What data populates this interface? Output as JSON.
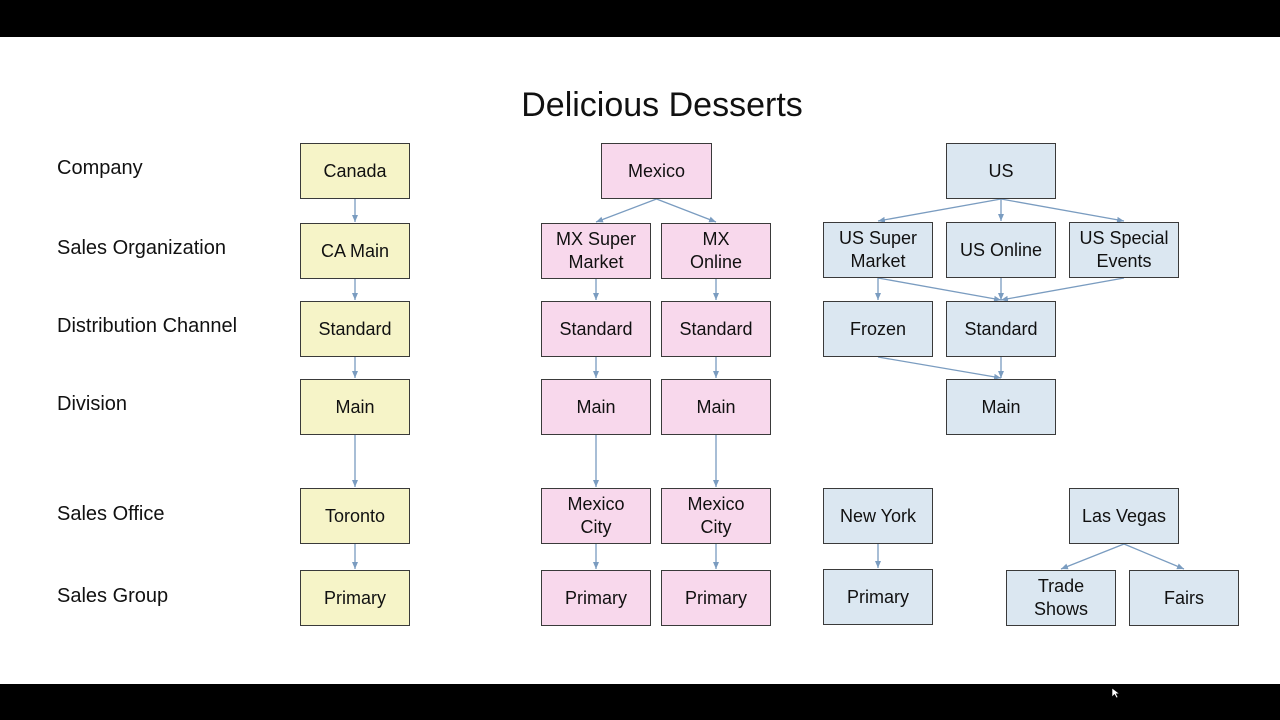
{
  "title": "Delicious Desserts",
  "levels": {
    "company": "Company",
    "sales_org": "Sales Organization",
    "dist_channel": "Distribution Channel",
    "division": "Division",
    "sales_office": "Sales Office",
    "sales_group": "Sales Group"
  },
  "nodes": {
    "canada": "Canada",
    "ca_main": "CA Main",
    "ca_standard": "Standard",
    "ca_div_main": "Main",
    "toronto": "Toronto",
    "ca_primary": "Primary",
    "mexico": "Mexico",
    "mx_super": "MX Super\nMarket",
    "mx_online": "MX\nOnline",
    "mx_super_standard": "Standard",
    "mx_online_standard": "Standard",
    "mx_super_main": "Main",
    "mx_online_main": "Main",
    "mx_city_1": "Mexico\nCity",
    "mx_city_2": "Mexico\nCity",
    "mx_primary_1": "Primary",
    "mx_primary_2": "Primary",
    "us": "US",
    "us_super": "US Super\nMarket",
    "us_online": "US Online",
    "us_special": "US Special\nEvents",
    "us_frozen": "Frozen",
    "us_standard": "Standard",
    "us_main": "Main",
    "new_york": "New York",
    "ny_primary": "Primary",
    "las_vegas": "Las Vegas",
    "trade_shows": "Trade\nShows",
    "fairs": "Fairs"
  },
  "colors": {
    "canada": "#f6f4c8",
    "mexico": "#f8d8ec",
    "us": "#dbe7f1",
    "connector": "#7a9cc0"
  },
  "edges": [
    [
      "canada",
      "ca_main"
    ],
    [
      "ca_main",
      "ca_standard"
    ],
    [
      "ca_standard",
      "ca_div_main"
    ],
    [
      "ca_div_main",
      "toronto"
    ],
    [
      "toronto",
      "ca_primary"
    ],
    [
      "mexico",
      "mx_super"
    ],
    [
      "mexico",
      "mx_online"
    ],
    [
      "mx_super",
      "mx_super_standard"
    ],
    [
      "mx_online",
      "mx_online_standard"
    ],
    [
      "mx_super_standard",
      "mx_super_main"
    ],
    [
      "mx_online_standard",
      "mx_online_main"
    ],
    [
      "mx_super_main",
      "mx_city_1"
    ],
    [
      "mx_online_main",
      "mx_city_2"
    ],
    [
      "mx_city_1",
      "mx_primary_1"
    ],
    [
      "mx_city_2",
      "mx_primary_2"
    ],
    [
      "us",
      "us_super"
    ],
    [
      "us",
      "us_online"
    ],
    [
      "us",
      "us_special"
    ],
    [
      "us_super",
      "us_frozen"
    ],
    [
      "us_super",
      "us_standard"
    ],
    [
      "us_online",
      "us_standard"
    ],
    [
      "us_special",
      "us_standard"
    ],
    [
      "us_frozen",
      "us_main"
    ],
    [
      "us_standard",
      "us_main"
    ],
    [
      "new_york",
      "ny_primary"
    ],
    [
      "las_vegas",
      "trade_shows"
    ],
    [
      "las_vegas",
      "fairs"
    ]
  ]
}
